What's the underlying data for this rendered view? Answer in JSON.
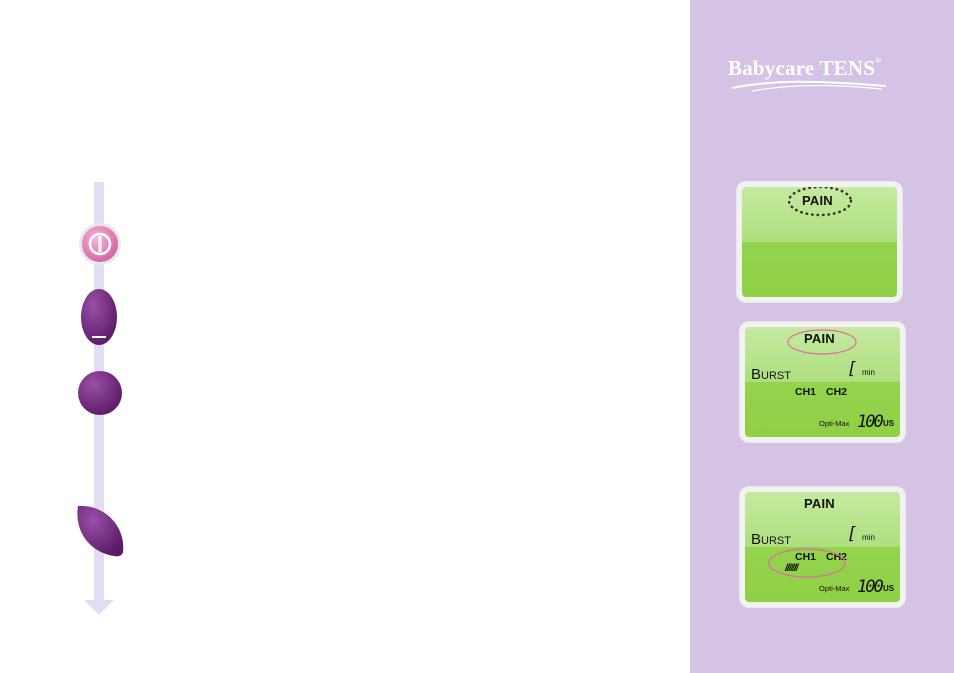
{
  "brand": {
    "name": "Babycare TENS",
    "trademark": "®",
    "text_color": "#ffffff",
    "sidebar_color": "#d5c3e5"
  },
  "controls": [
    {
      "name": "power-button",
      "icon": "power-icon",
      "color": "#e27bb3"
    },
    {
      "name": "minus-button",
      "icon": "minus-icon",
      "label": "–",
      "color": "#6b2478"
    },
    {
      "name": "round-button",
      "icon": "round-button-icon",
      "color": "#6b2478"
    },
    {
      "name": "boost-button",
      "icon": "boost-leaf-icon",
      "color": "#6b2478"
    }
  ],
  "displays": [
    {
      "mode": "PAIN",
      "highlight": "mode-dotted"
    },
    {
      "mode": "PAIN",
      "program_cap": "B",
      "program_rest": "URST",
      "timer_digit": "[",
      "timer_unit": "min",
      "channel1": "CH1",
      "channel2": "CH2",
      "opt_label": "Opti-Max",
      "value": "100",
      "value_unit": "US",
      "highlight": "mode-circle"
    },
    {
      "mode": "PAIN",
      "program_cap": "B",
      "program_rest": "URST",
      "timer_digit": "[",
      "timer_unit": "min",
      "channel1": "CH1",
      "channel2": "CH2",
      "intensity_marks": "///////",
      "opt_label": "Opti-Max",
      "value": "100",
      "value_unit": "US",
      "highlight": "channel-circle"
    }
  ],
  "lcd_colors": {
    "top": "#c5eaa0",
    "bottom": "#8fd046",
    "highlight": "#e06aa5"
  }
}
